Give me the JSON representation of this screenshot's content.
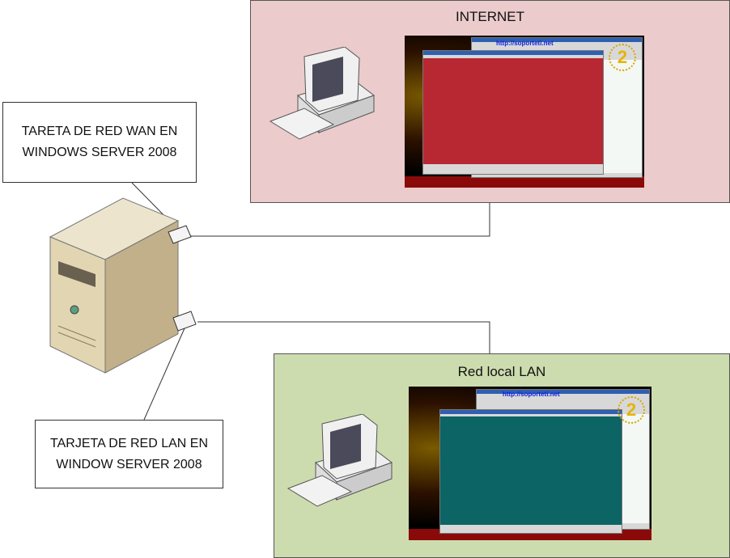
{
  "zones": {
    "internet": {
      "title": "INTERNET",
      "color": "#ebcbcb",
      "screen_url": "http://soporteti.net",
      "desktop_color": "#b82832"
    },
    "lan": {
      "title": "Red local LAN",
      "color": "#cddcae",
      "screen_url": "http://soporteti.net",
      "desktop_color": "#0d6464"
    }
  },
  "labels": {
    "wan": [
      "TARETA DE RED WAN EN",
      "WINDOWS SERVER 2008"
    ],
    "lan": [
      "TARJETA DE RED LAN EN",
      "WINDOW SERVER 2008"
    ]
  }
}
